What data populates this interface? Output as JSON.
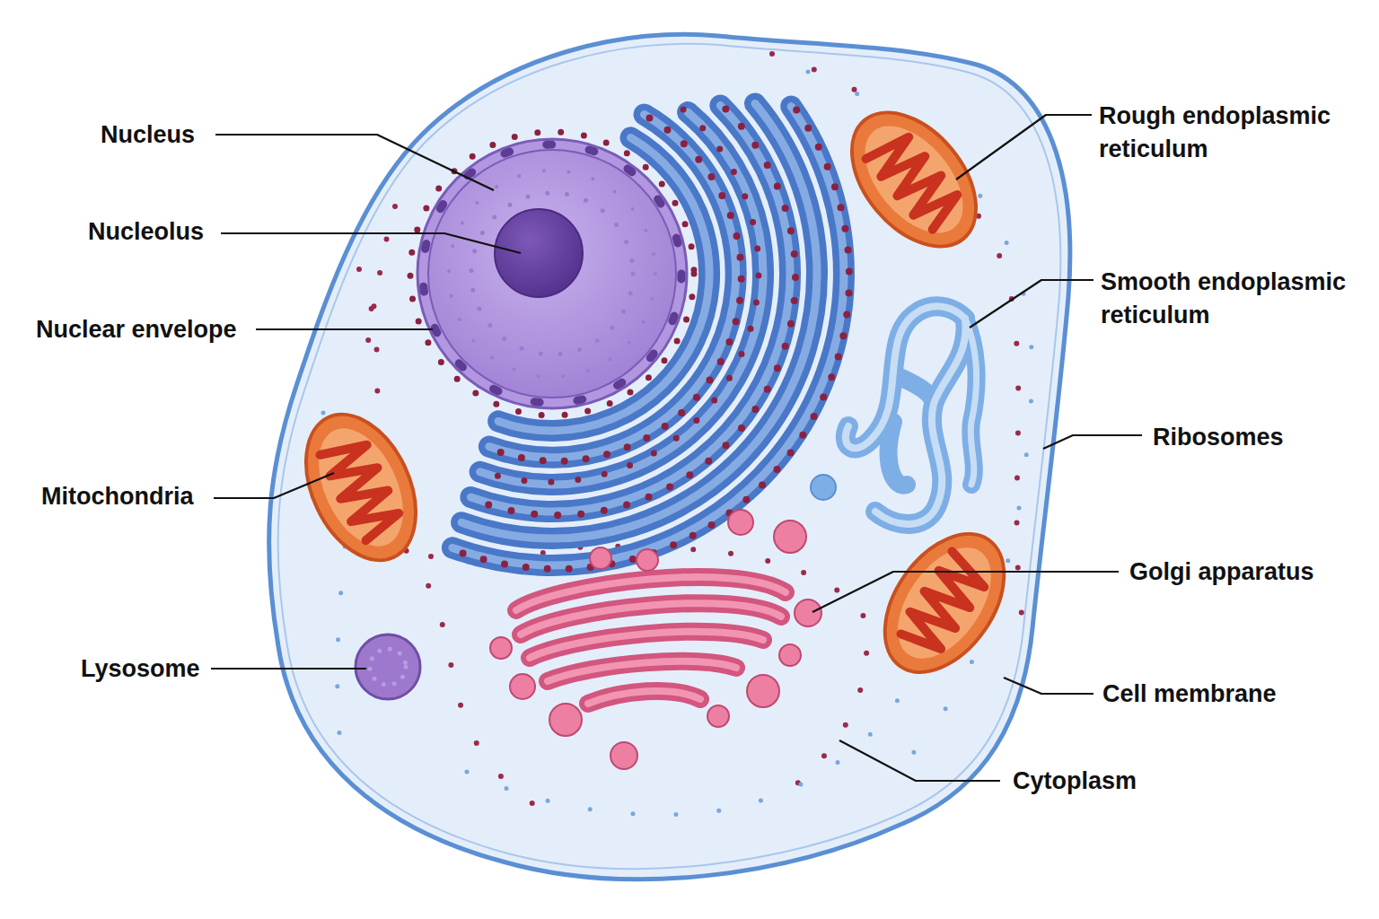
{
  "diagram": {
    "labels": [
      "Nucleus",
      "Rough endoplasmic reticulum",
      "Nucleolus",
      "Smooth endoplasmic reticulum",
      "Nuclear envelope",
      "Ribosomes",
      "Mitochondria",
      "Golgi apparatus",
      "Lysosome",
      "Cell membrane",
      "Cytoplasm"
    ]
  }
}
